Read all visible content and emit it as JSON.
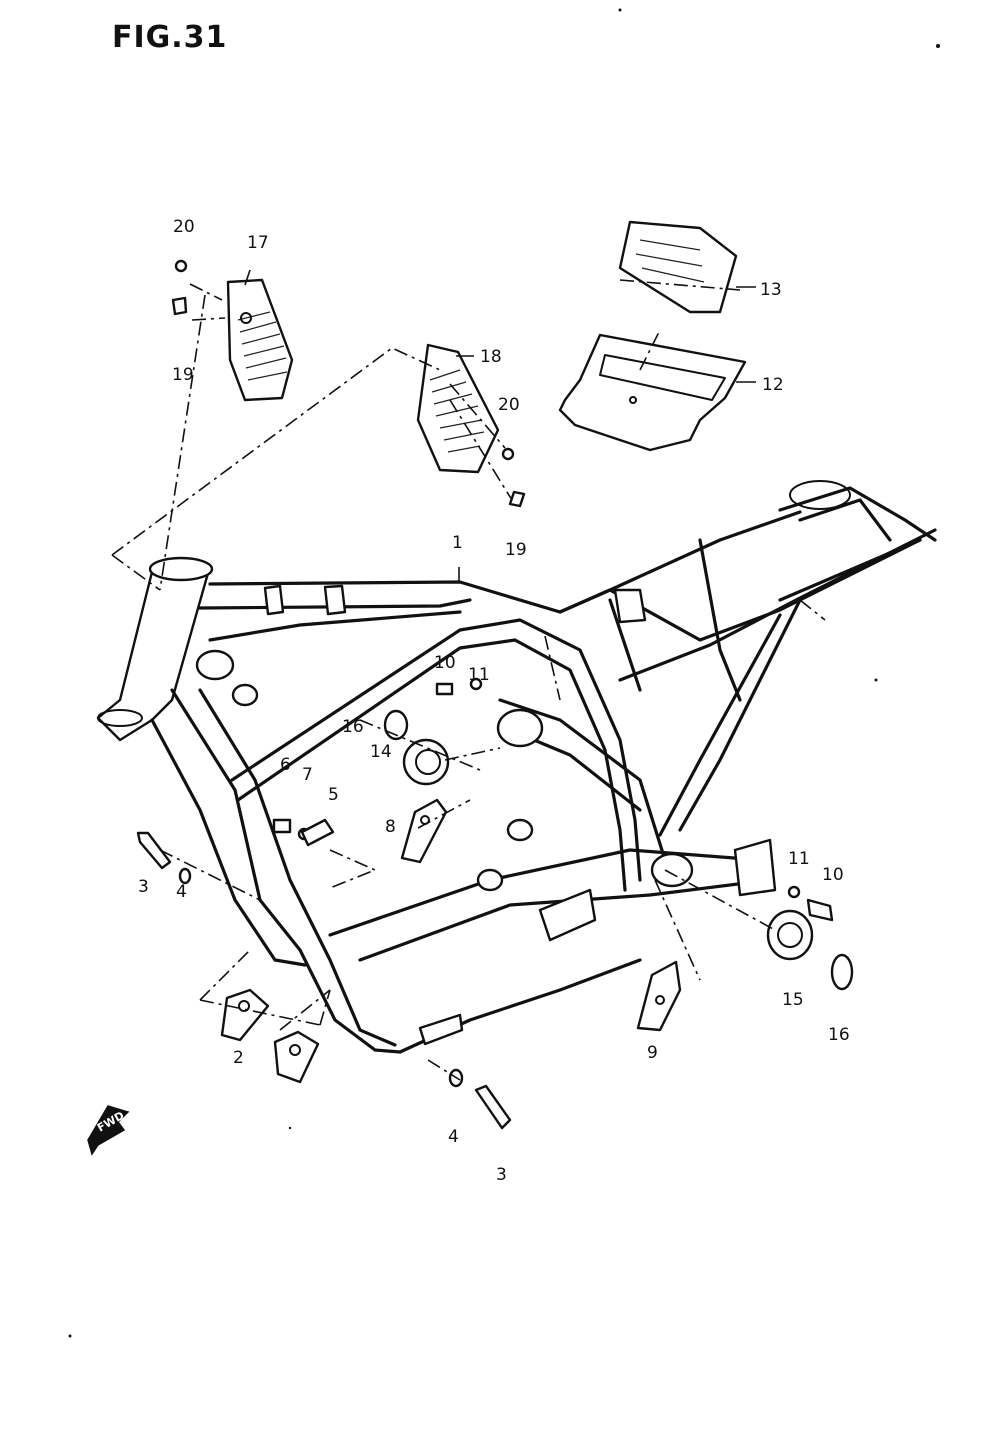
{
  "figure": {
    "title": "FIG.31"
  },
  "fwd_label": "FWD",
  "callouts": [
    {
      "id": "c20a",
      "text": "20"
    },
    {
      "id": "c17",
      "text": "17"
    },
    {
      "id": "c19a",
      "text": "19"
    },
    {
      "id": "c18",
      "text": "18"
    },
    {
      "id": "c20b",
      "text": "20"
    },
    {
      "id": "c19b",
      "text": "19"
    },
    {
      "id": "c13",
      "text": "13"
    },
    {
      "id": "c12",
      "text": "12"
    },
    {
      "id": "c1",
      "text": "1"
    },
    {
      "id": "c10a",
      "text": "10"
    },
    {
      "id": "c11a",
      "text": "11"
    },
    {
      "id": "c16a",
      "text": "16"
    },
    {
      "id": "c14",
      "text": "14"
    },
    {
      "id": "c6",
      "text": "6"
    },
    {
      "id": "c7",
      "text": "7"
    },
    {
      "id": "c5",
      "text": "5"
    },
    {
      "id": "c8",
      "text": "8"
    },
    {
      "id": "c3a",
      "text": "3"
    },
    {
      "id": "c4a",
      "text": "4"
    },
    {
      "id": "c11b",
      "text": "11"
    },
    {
      "id": "c10b",
      "text": "10"
    },
    {
      "id": "c15",
      "text": "15"
    },
    {
      "id": "c16b",
      "text": "16"
    },
    {
      "id": "c9",
      "text": "9"
    },
    {
      "id": "c2",
      "text": "2"
    },
    {
      "id": "c4b",
      "text": "4"
    },
    {
      "id": "c3b",
      "text": "3"
    }
  ]
}
